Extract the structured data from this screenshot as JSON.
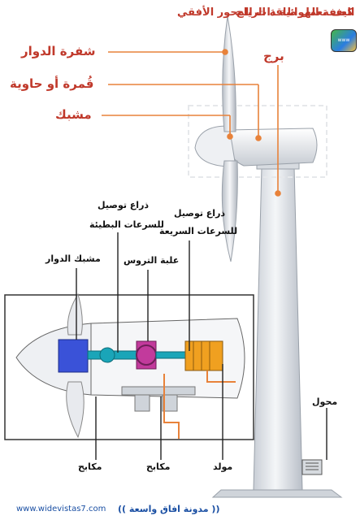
{
  "header": {
    "title": "كيف تعمل طاقة الرياح",
    "subtitle": "العنفة الهوائية ذات المحور الأفقي"
  },
  "labels": {
    "blades": "شفرة الدوار",
    "nacelle": "قُمرة أو حاوية",
    "hub": "مشبك",
    "tower": "برج",
    "high_speed_shaft_1": "ذراع توصيل",
    "high_speed_shaft_2": "للسرعات السريعة",
    "low_speed_shaft_1": "ذراع توصيل",
    "low_speed_shaft_2": "للسرعات البطيئة",
    "gearbox": "علبة التروس",
    "rotor_hub": "مشبك الدوار",
    "brakes_left": "مكابح",
    "brakes_mid": "مكابح",
    "generator": "مولد",
    "transformer": "محول"
  },
  "footer": {
    "url": "www.widevistas7.com",
    "blog": "(( مدونة افاق واسعة ))"
  },
  "colors": {
    "label_red": "#c0392b",
    "orange_line": "#e8823a",
    "tower": "#dfe3e8",
    "hub_blue": "#3a52d8",
    "gear_magenta": "#c23a9c",
    "generator_orange": "#f0a020",
    "shaft_teal": "#1aa5b8"
  }
}
